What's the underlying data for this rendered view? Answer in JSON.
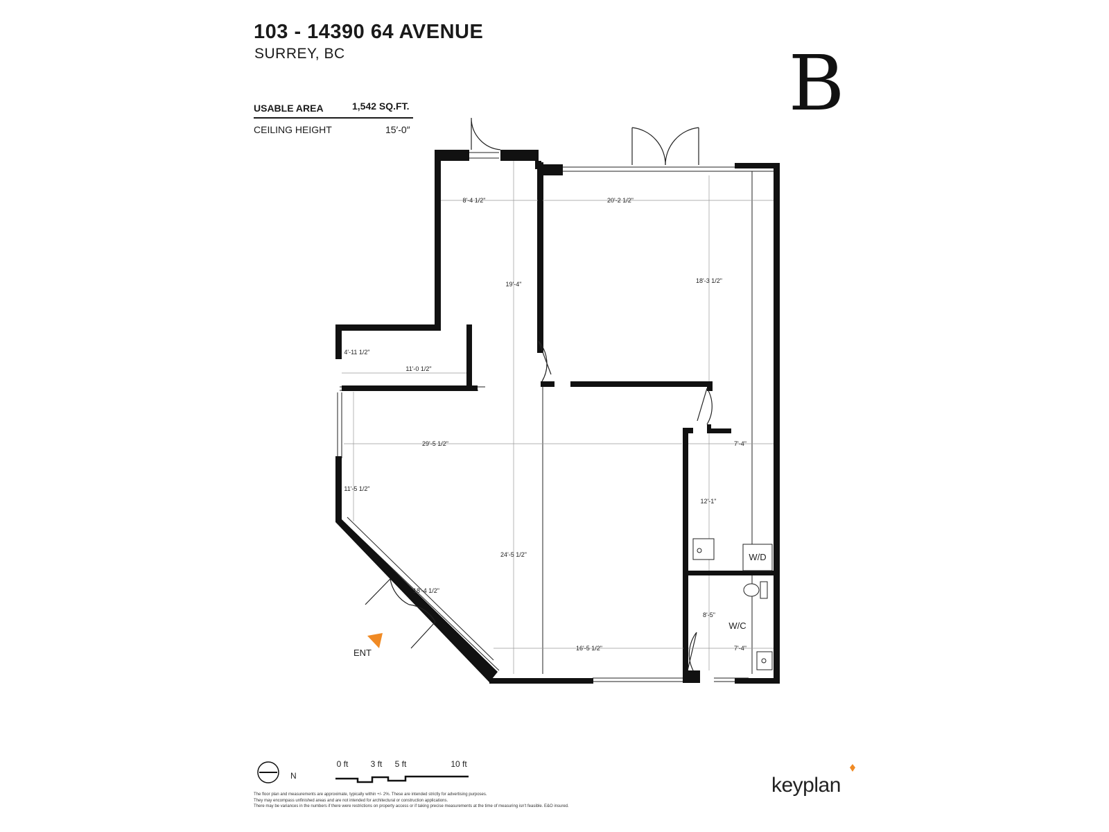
{
  "header": {
    "title": "103 - 14390 64 AVENUE",
    "subtitle": "SURREY, BC"
  },
  "specs": {
    "usable_area_label": "USABLE AREA",
    "usable_area_value": "1,542 SQ.FT.",
    "ceiling_height_label": "CEILING HEIGHT",
    "ceiling_height_value": "15′-0″"
  },
  "brand_logo": "B",
  "plan": {
    "dimensions": {
      "top_left_width": "8'-4 1/2\"",
      "top_right_width": "20'-2 1/2\"",
      "left_height": "19'-4\"",
      "right_height": "18'-3 1/2\"",
      "small_room_height": "4'-11 1/2\"",
      "small_room_width": "11'-0 1/2\"",
      "main_width": "29'-5 1/2\"",
      "utility_width": "7'-4\"",
      "left_wall_height": "11'-5 1/2\"",
      "utility_height": "12'-1\"",
      "main_height": "24'-5 1/2\"",
      "diagonal_wall": "18'-4 1/2\"",
      "wc_height": "8'-5\"",
      "bottom_width": "16'-5 1/2\"",
      "wc_width": "7'-4\""
    },
    "rooms": {
      "washer_dryer": "W/D",
      "washroom": "W/C"
    },
    "entrance_label": "ENT"
  },
  "compass": {
    "label": "N"
  },
  "scale_bar": {
    "labels": [
      "0 ft",
      "3 ft",
      "5 ft",
      "10 ft"
    ]
  },
  "disclaimer": [
    "The floor plan and measurements are approximate, typically within +/- 2%. These are intended strictly for advertising purposes.",
    "They may encompass unfinished areas and are not intended for architectural or construction applications.",
    "There may be variances in the numbers if there were restrictions on property access or if taking precise measurements at the time of measuring isn't feasible. E&O insured."
  ],
  "footer_brand": "keyplan",
  "colors": {
    "wall": "#111111",
    "entrance_marker": "#f08a24",
    "keyplan_accent": "#f08a24",
    "text": "#1a1a1a"
  }
}
